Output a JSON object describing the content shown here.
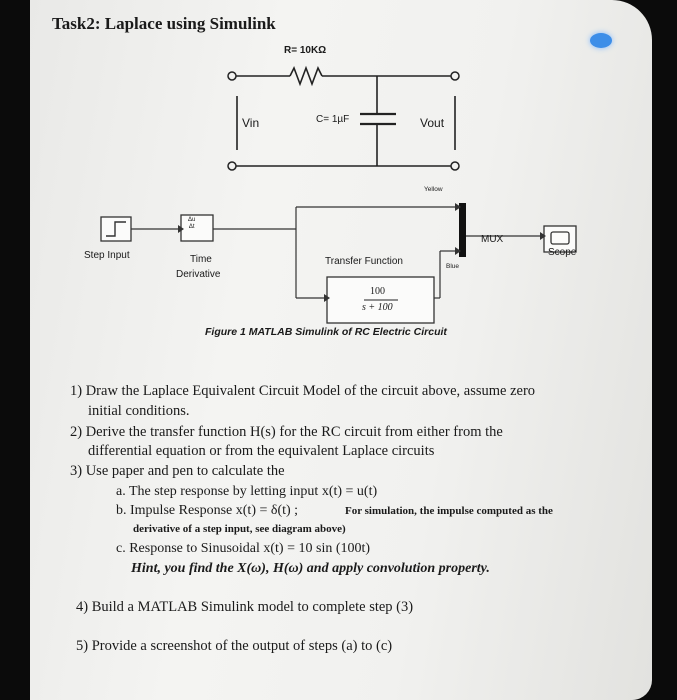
{
  "title": "Task2: Laplace using Simulink",
  "circuit": {
    "resistor_label": "R= 10KΩ",
    "capacitor_label": "C= 1µF",
    "vin_label": "Vin",
    "vout_label": "Vout"
  },
  "simulink": {
    "step_label": "Step Input",
    "derivative_label_1": "Time",
    "derivative_label_2": "Derivative",
    "derivative_symbol_top": "Δu",
    "derivative_symbol_bottom": "Δt",
    "transfer_label": "Transfer Function",
    "tf_numerator": "100",
    "tf_denominator": "s + 100",
    "mux_label": "MUX",
    "scope_label": "Scope",
    "yellow_label": "Yellow",
    "blue_label": "Blue"
  },
  "caption": "Figure 1 MATLAB Simulink of RC Electric Circuit",
  "questions": {
    "q1_line1": "1)  Draw the Laplace Equivalent Circuit Model of the circuit above, assume zero",
    "q1_line2": "initial conditions.",
    "q2_line1": "2)  Derive the transfer function H(s)  for the RC circuit from either from the",
    "q2_line2": "differential equation or from the equivalent Laplace circuits",
    "q3_line1": "3)  Use paper and pen to calculate the",
    "q3a": "a.   The step response  by letting input x(t) = u(t)",
    "q3b_main": "b.   Impulse Response x(t) = δ(t) ;",
    "q3b_note": "For simulation, the impulse computed as the",
    "q3b_note2": "derivative of a step input, see diagram  above)",
    "q3c": "c.   Response to Sinusoidal x(t) = 10 sin (100t)",
    "hint": "Hint, you find the X(ω), H(ω)  and apply convolution property.",
    "q4": "4)  Build a MATLAB Simulink  model to complete step (3)",
    "q5": "5)  Provide a screenshot of the output of steps (a) to (c)"
  }
}
